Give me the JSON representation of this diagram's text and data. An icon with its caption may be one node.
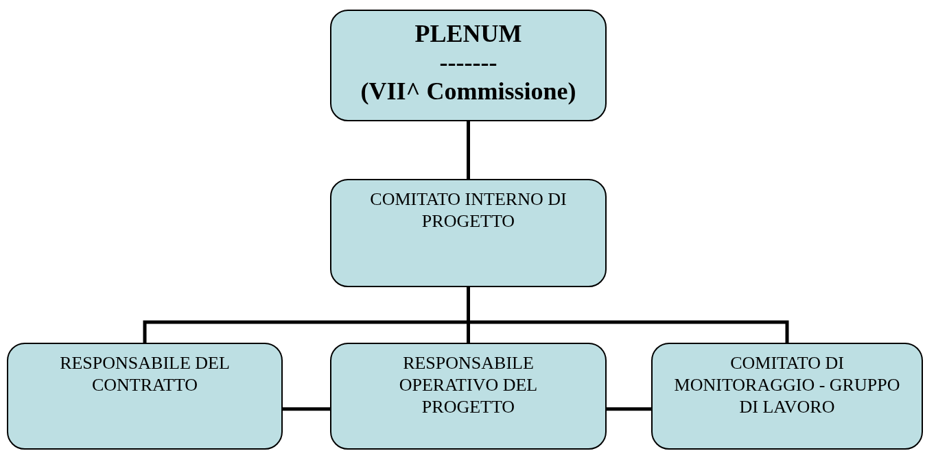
{
  "diagram": {
    "nodes": [
      {
        "text": [
          "PLENUM",
          "-------",
          "(VII^ Commissione)"
        ]
      },
      {
        "text": [
          "COMITATO INTERNO DI PROGETTO"
        ]
      },
      {
        "text": [
          "RESPONSABILE DEL CONTRATTO"
        ]
      },
      {
        "text": [
          "RESPONSABILE OPERATIVO DEL PROGETTO"
        ]
      },
      {
        "text": [
          "COMITATO DI MONITORAGGIO - GRUPPO DI LAVORO"
        ]
      }
    ],
    "edges": [
      {
        "from": 0,
        "to": 1,
        "arrow": "none"
      },
      {
        "from": 1,
        "to": 2,
        "arrow": "none"
      },
      {
        "from": 1,
        "to": 3,
        "arrow": "none"
      },
      {
        "from": 1,
        "to": 4,
        "arrow": "none"
      },
      {
        "from": 2,
        "to": 3,
        "arrow": "none"
      },
      {
        "from": 3,
        "to": 4,
        "arrow": "none"
      }
    ]
  }
}
